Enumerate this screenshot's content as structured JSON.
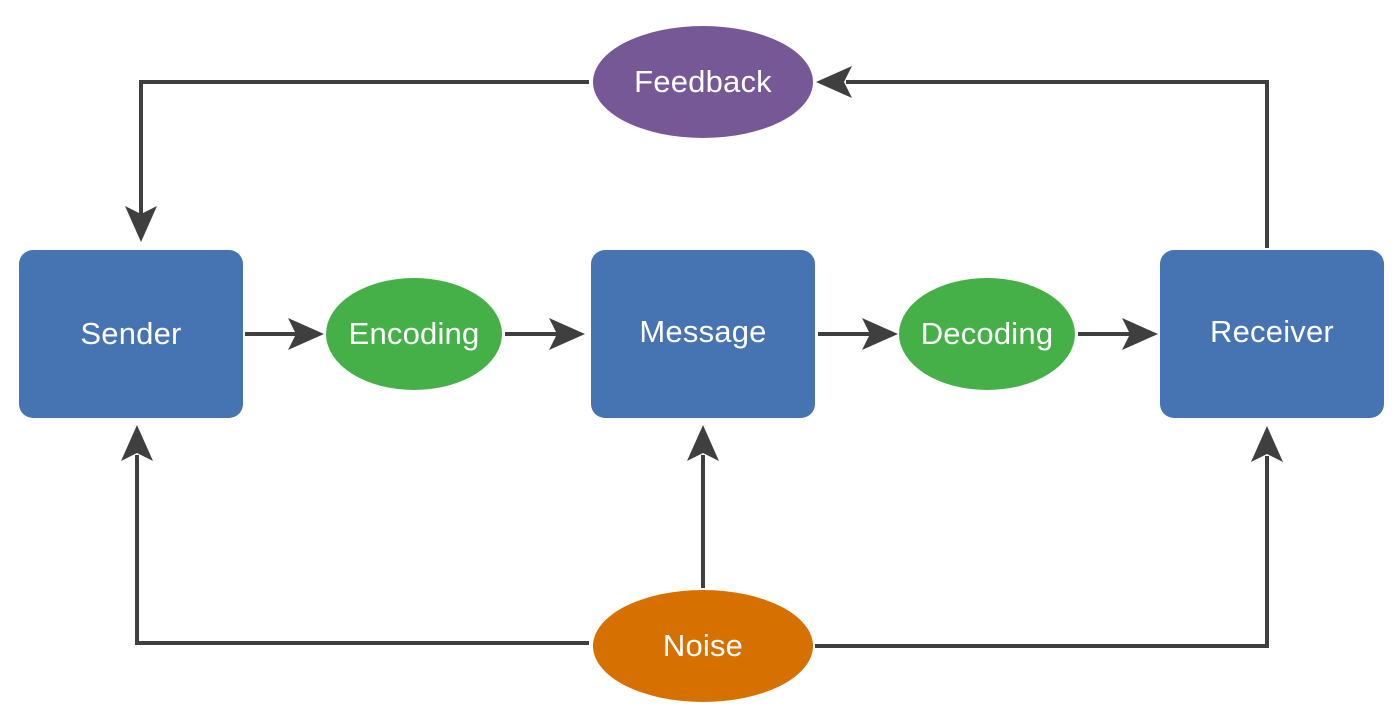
{
  "colors": {
    "box": "#4674B3",
    "encoding_decoding": "#45B048",
    "feedback": "#775896",
    "noise": "#D57001",
    "arrow": "#3F3F3F",
    "text": "#FFFFFF"
  },
  "nodes": {
    "sender": "Sender",
    "message": "Message",
    "receiver": "Receiver",
    "encoding": "Encoding",
    "decoding": "Decoding",
    "feedback": "Feedback",
    "noise": "Noise"
  }
}
